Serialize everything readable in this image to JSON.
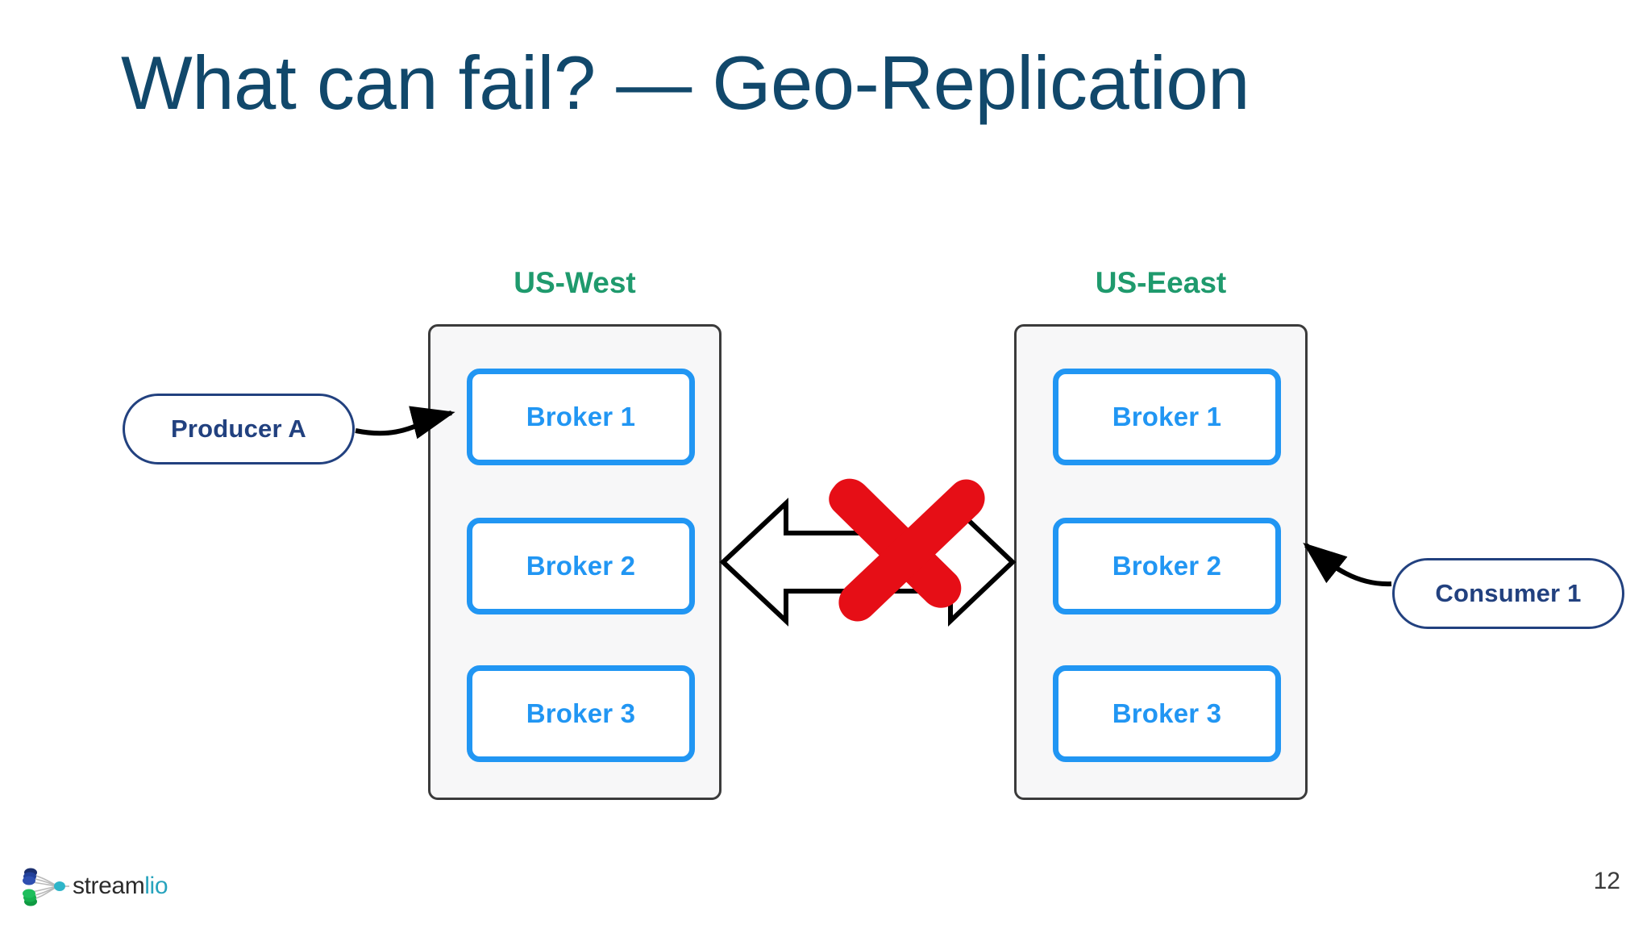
{
  "slide": {
    "title": "What can fail? — Geo-Replication",
    "page_number": "12",
    "background_color": "#ffffff",
    "title_color": "#11486b"
  },
  "colors": {
    "title": "#11486b",
    "region_label": "#1f9a6d",
    "broker_border": "#2196f3",
    "broker_text": "#2196f3",
    "pill_border": "#22417f",
    "pill_text": "#22417f",
    "cluster_border": "#3b3b3b",
    "cluster_fill": "#f7f7f8",
    "failure_mark": "#e60e16",
    "arrow": "#000000"
  },
  "diagram": {
    "clusters": [
      {
        "id": "us-west",
        "label": "US-West",
        "brokers": [
          {
            "label": "Broker 1"
          },
          {
            "label": "Broker 2"
          },
          {
            "label": "Broker 3"
          }
        ]
      },
      {
        "id": "us-eeast",
        "label": "US-Eeast",
        "brokers": [
          {
            "label": "Broker 1"
          },
          {
            "label": "Broker 2"
          },
          {
            "label": "Broker 3"
          }
        ]
      }
    ],
    "endpoints": [
      {
        "id": "producer-a",
        "label": "Producer A"
      },
      {
        "id": "consumer-1",
        "label": "Consumer 1"
      }
    ],
    "connectors": [
      {
        "id": "producer-to-west-broker1",
        "kind": "curved-arrow"
      },
      {
        "id": "consumer-to-east-broker2",
        "kind": "curved-arrow"
      },
      {
        "id": "geo-replication-link",
        "kind": "double-arrow"
      }
    ],
    "annotations": [
      {
        "id": "replication-failure",
        "kind": "red-x-mark"
      }
    ]
  },
  "footer": {
    "logo": {
      "name": "streamlio-logo",
      "word_dark": "stream",
      "word_teal": "lio"
    }
  }
}
